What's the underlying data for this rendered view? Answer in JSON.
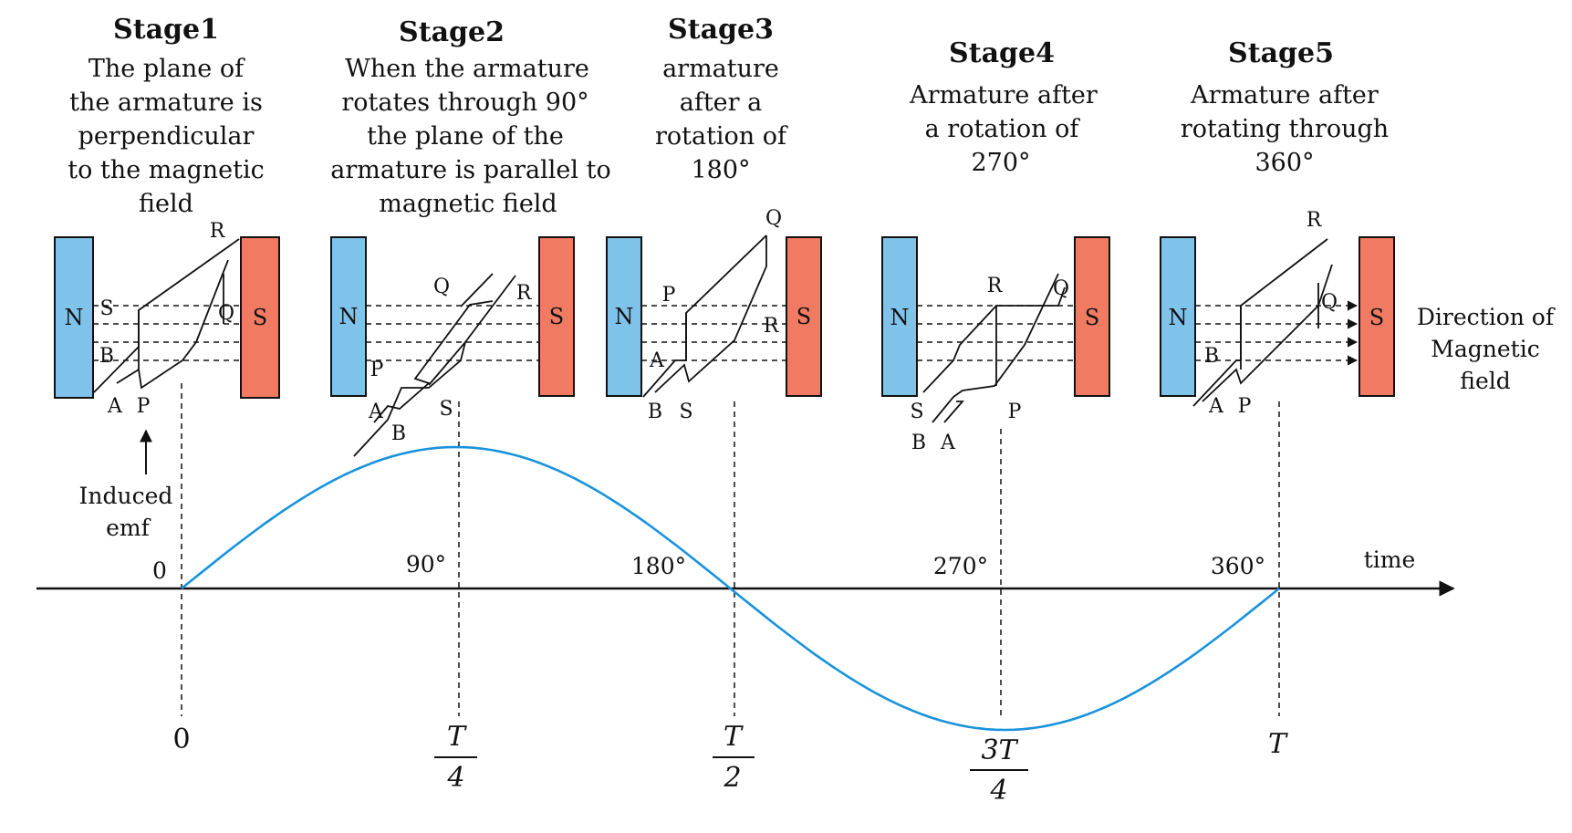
{
  "colors": {
    "north_pole": "#7fc2ea",
    "south_pole": "#f07b62",
    "emf_curve": "#1a93dc",
    "ink": "#111111"
  },
  "stages": [
    {
      "title": "Stage1",
      "description": [
        "The plane of",
        "the armature is",
        "perpendicular",
        "to the magnetic",
        "field"
      ],
      "north_label": "N",
      "south_label": "S",
      "coil_labels": [
        "R",
        "S",
        "Q",
        "B",
        "A",
        "P"
      ]
    },
    {
      "title": "Stage2",
      "description": [
        "When the armature",
        "rotates through 90°",
        "the plane of the",
        "armature is parallel to",
        "magnetic field"
      ],
      "north_label": "N",
      "south_label": "S",
      "coil_labels": [
        "Q",
        "R",
        "P",
        "A",
        "S",
        "B"
      ]
    },
    {
      "title": "Stage3",
      "description": [
        "armature",
        "after a",
        "rotation of",
        "180°"
      ],
      "north_label": "N",
      "south_label": "S",
      "coil_labels": [
        "Q",
        "P",
        "R",
        "A",
        "B",
        "S"
      ]
    },
    {
      "title": "Stage4",
      "description": [
        "Armature after",
        "a rotation of",
        "270°"
      ],
      "north_label": "N",
      "south_label": "S",
      "coil_labels": [
        "R",
        "Q",
        "S",
        "P",
        "B",
        "A"
      ]
    },
    {
      "title": "Stage5",
      "description": [
        "Armature after",
        "rotating through",
        "360°"
      ],
      "north_label": "N",
      "south_label": "S",
      "coil_labels": [
        "R",
        "Q",
        "B",
        "A",
        "P"
      ]
    }
  ],
  "field_direction_label": [
    "Direction of",
    "Magnetic",
    "field"
  ],
  "induced_emf_label": [
    "Induced",
    "emf"
  ],
  "graph": {
    "origin_label": "0",
    "axis_label": "time",
    "angle_labels": [
      "90°",
      "180°",
      "270°",
      "360°"
    ],
    "time_labels": [
      {
        "num": "0",
        "den": ""
      },
      {
        "num": "T",
        "den": "4"
      },
      {
        "num": "T",
        "den": "2"
      },
      {
        "num": "3T",
        "den": "4"
      },
      {
        "num": "T",
        "den": ""
      }
    ]
  }
}
